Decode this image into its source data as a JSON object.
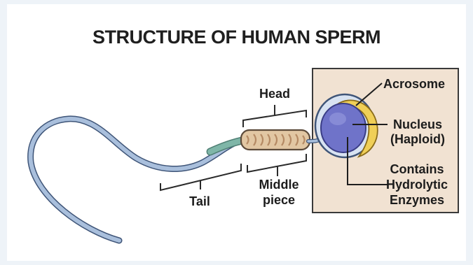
{
  "title": "STRUCTURE OF HUMAN SPERM",
  "labels": {
    "head": "Head",
    "tail": "Tail",
    "middle_piece_line1": "Middle",
    "middle_piece_line2": "piece",
    "acrosome": "Acrosome",
    "nucleus_line1": "Nucleus",
    "nucleus_line2": "(Haploid)",
    "enzymes_line1": "Contains",
    "enzymes_line2": "Hydrolytic",
    "enzymes_line3": "Enzymes"
  },
  "colors": {
    "tail": "#a9bfdc",
    "tail_outline": "#3f5578",
    "neck": "#7fb6a8",
    "midpiece": "#e2c7a3",
    "midpiece_coil": "#b58a64",
    "head_outer": "#d8e3f2",
    "nucleus": "#6f73c9",
    "acrosome": "#f0cf57",
    "inset_box": "#f1e2d2"
  }
}
